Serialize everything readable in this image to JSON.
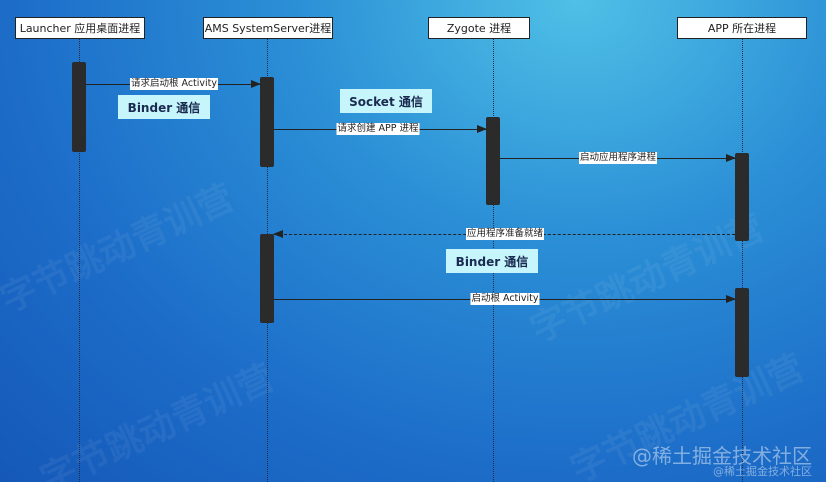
{
  "participants": [
    {
      "label": "Launcher 应用桌面进程"
    },
    {
      "label": "AMS SystemServer进程"
    },
    {
      "label": "Zygote 进程"
    },
    {
      "label": "APP 所在进程"
    }
  ],
  "messages": [
    {
      "from": "Launcher 应用桌面进程",
      "to": "AMS SystemServer进程",
      "label": "请求启动根 Activity",
      "style": "solid"
    },
    {
      "from": "AMS SystemServer进程",
      "to": "Zygote 进程",
      "label": "请求创建 APP 进程",
      "style": "solid"
    },
    {
      "from": "Zygote 进程",
      "to": "APP 所在进程",
      "label": "启动应用程序进程",
      "style": "solid"
    },
    {
      "from": "APP 所在进程",
      "to": "AMS SystemServer进程",
      "label": "应用程序准备就绪",
      "style": "dashed"
    },
    {
      "from": "AMS SystemServer进程",
      "to": "APP 所在进程",
      "label": "启动根 Activity",
      "style": "solid"
    }
  ],
  "notes": [
    "Binder 通信",
    "Socket 通信",
    "Binder 通信"
  ],
  "watermark": "字节跳动青训营",
  "brand": {
    "large": "@稀土掘金技术社区",
    "small": "@稀土掘金技术社区"
  },
  "colors": {
    "note_bg": "#c6f6fb",
    "background": "#1c6cc8"
  }
}
